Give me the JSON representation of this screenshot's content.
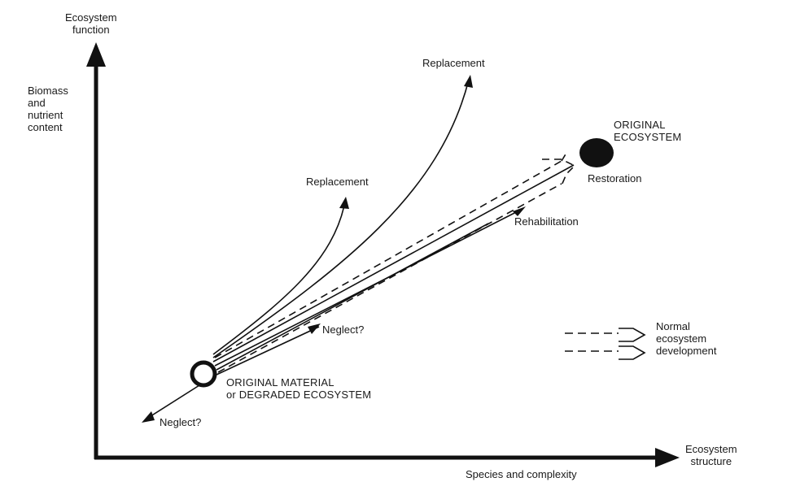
{
  "axes": {
    "y_title": [
      "Ecosystem",
      "function"
    ],
    "y_sub": [
      "Biomass",
      "and",
      "nutrient",
      "content"
    ],
    "x_title": [
      "Ecosystem",
      "structure"
    ],
    "x_sub": "Species and complexity"
  },
  "nodes": {
    "original_ecosystem": [
      "ORIGINAL",
      "ECOSYSTEM"
    ],
    "degraded": [
      "ORIGINAL MATERIAL",
      "or DEGRADED ECOSYSTEM"
    ]
  },
  "paths": {
    "replacement_high": "Replacement",
    "replacement_low": "Replacement",
    "restoration": "Restoration",
    "rehabilitation": "Rehabilitation",
    "neglect_mid": "Neglect?",
    "neglect_low": "Neglect?"
  },
  "legend": {
    "text": [
      "Normal",
      "ecosystem",
      "development"
    ]
  }
}
